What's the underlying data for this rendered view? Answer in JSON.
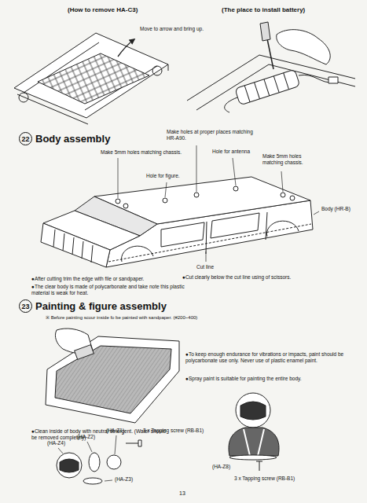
{
  "diagram": {
    "nodes": [
      {
        "text": [
          "22",
          "Body assembly"
        ]
      },
      {
        "text": [
          "23",
          "Painting & figure assembly"
        ]
      }
    ],
    "labels": [
      "(How to remove HA-C3)",
      "Move to arrow and bring up.",
      "(The place to install battery)",
      "Make holes at proper places matching HR-A90.",
      "Hole for antenna",
      "Make 5mm holes matching chassis.",
      "Make 5mm holes matching chassis.",
      "Hole for figure.",
      "Body (HR-B)",
      "Cut line",
      "●Cut clearly below the cut line using of scissors.",
      "●After cutting trim the edge with file or sandpaper.",
      "●The clear body is made of polycarbonate and take note this plastic material is weak for heat.",
      "※ Before painting scour inside fo be painted with sandpaper. (#200~400)",
      "●To keep enough endurance for vibrations or impacts, paint should be polycarbonate use only. Never use of plastic enamel paint.",
      "●Spray paint is suitable for painting the entire body.",
      "●Clean inside of body with neutral detergent. (Water should be removed completely)",
      "(HA-Z4)",
      "(HA-Z2)",
      "(HA-Z1)",
      "3 x Tapping screw (RB-B1)",
      "(HA-Z3)",
      "(HA-Z8)",
      "3 x Tapping screw (RB-B1)",
      "13"
    ]
  }
}
